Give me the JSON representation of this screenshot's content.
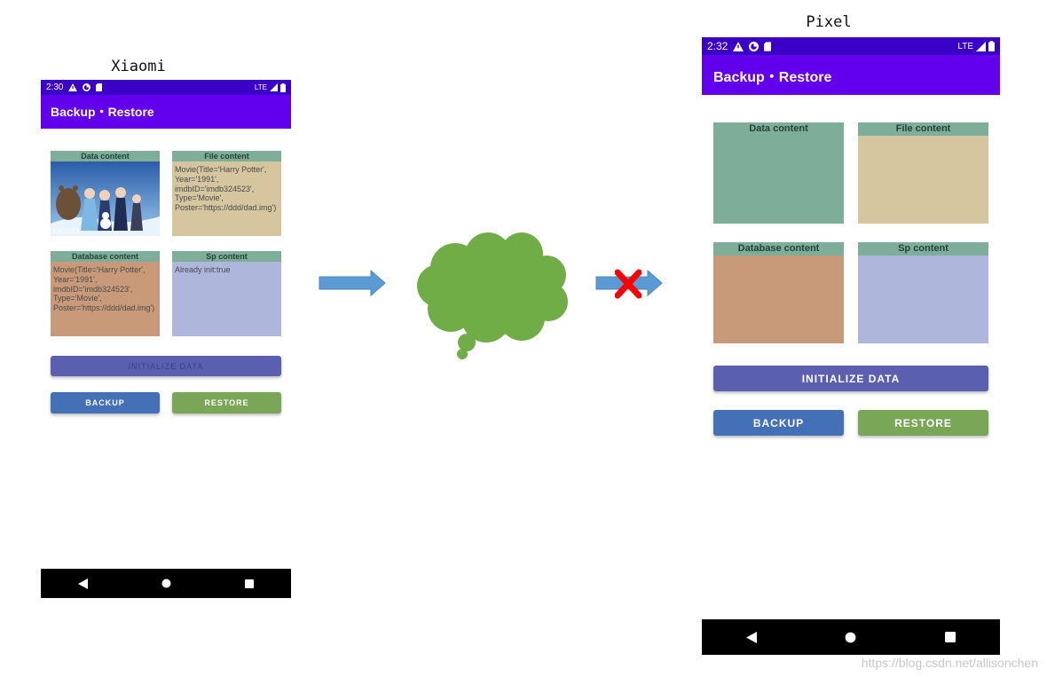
{
  "xiaomi": {
    "label": "Xiaomi",
    "status_time": "2:30",
    "network": "LTE",
    "app_title": "Backup・Restore",
    "tiles": {
      "data": {
        "title": "Data content",
        "image_caption": "FROZEN"
      },
      "file": {
        "title": "File content",
        "body": "Movie(Title='Harry Potter', Year='1991', imdbID='imdb324523', Type='Movie', Poster='https://ddd/dad.img')"
      },
      "database": {
        "title": "Database content",
        "body": "Movie(Title='Harry Potter', Year='1991', imdbID='imdb324523', Type='Movie', Poster='https://ddd/dad.img')"
      },
      "sp": {
        "title": "Sp content",
        "body": "Already init:true"
      }
    },
    "buttons": {
      "initialize": "INITIALIZE DATA",
      "backup": "BACKUP",
      "restore": "RESTORE"
    }
  },
  "pixel": {
    "label": "Pixel",
    "status_time": "2:32",
    "network": "LTE",
    "app_title": "Backup・Restore",
    "tiles": {
      "data": {
        "title": "Data content"
      },
      "file": {
        "title": "File content"
      },
      "database": {
        "title": "Database content"
      },
      "sp": {
        "title": "Sp content"
      }
    },
    "buttons": {
      "initialize": "INITIALIZE DATA",
      "backup": "BACKUP",
      "restore": "RESTORE"
    }
  },
  "colors": {
    "statusbar": "#3a00c8",
    "appbar": "#6200ee",
    "tile_header": "#7eae99",
    "data_bg": "#7eae99",
    "file_bg": "#d6c69f",
    "database_bg": "#c99a79",
    "sp_bg": "#aeb6dc",
    "initialize_btn": "#5a5fb0",
    "backup_btn": "#4470b8",
    "restore_btn": "#7aa657",
    "arrow": "#5b9bd5",
    "cloud": "#70ad47",
    "cross": "#ff0000"
  },
  "watermark": "https://blog.csdn.net/allisonchen"
}
